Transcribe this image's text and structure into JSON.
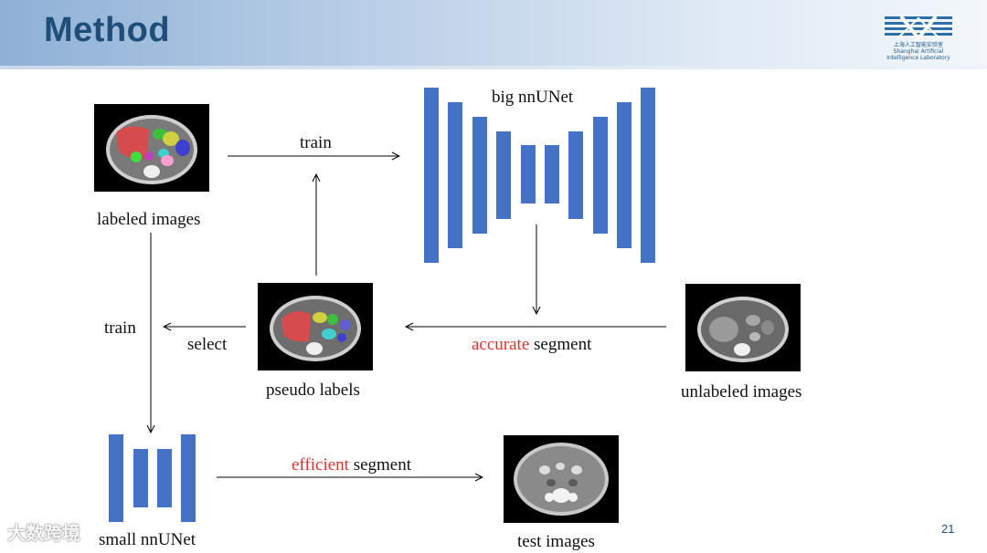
{
  "slide": {
    "title": "Method",
    "page_number": "21",
    "logo_text": "上海人工智能实验室 Shanghai Artificial Intelligence Laboratory",
    "watermark": "大数跨境"
  },
  "labels": {
    "big_nnunet": "big nnUNet",
    "train_top": "train",
    "labeled_images": "labeled images",
    "train_left": "train",
    "select": "select",
    "pseudo_labels": "pseudo labels",
    "accurate": "accurate",
    "accurate_rest": " segment",
    "unlabeled_images": "unlabeled images",
    "efficient": "efficient",
    "efficient_rest": " segment",
    "small_nnunet": "small nnUNet",
    "test_images": "test images"
  },
  "colors": {
    "network_bar": "#4472c4",
    "emphasis": "#d9372b",
    "title": "#1f4e79"
  }
}
